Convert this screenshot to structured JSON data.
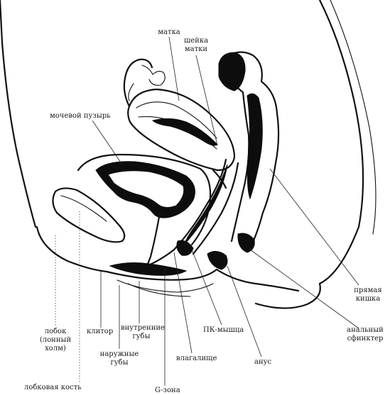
{
  "labels": {
    "uterus": "матка",
    "cervix": "шейка\nматки",
    "bladder": "мочевой пузырь",
    "rectum": "прямая\nкишка",
    "anal_sphincter": "анальный\nсфинктер",
    "anus": "анус",
    "pc_muscle": "ПК-мышца",
    "vagina": "влагалище",
    "g_spot": "G-зона",
    "pubic_bone": "лобковая кость",
    "mons": "лобок\n(лонный\nхолм)",
    "clitoris": "клитор",
    "labia_minora": "внутренние\nгубы",
    "labia_majora": "наружные\nгубы"
  }
}
